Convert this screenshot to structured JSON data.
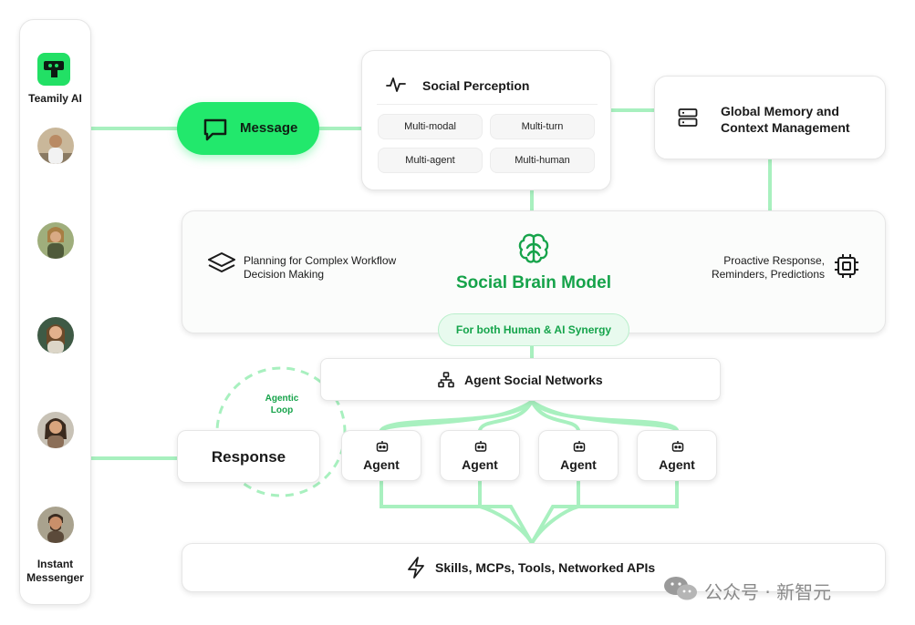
{
  "brand": {
    "name": "Teamily AI",
    "logo_color": "#22e065"
  },
  "sidebar": {
    "footer_label": "Instant Messenger",
    "avatars": [
      "avatar-1",
      "avatar-2",
      "avatar-3",
      "avatar-4",
      "avatar-5"
    ]
  },
  "message": {
    "label": "Message",
    "icon": "chat-bubble-icon"
  },
  "perception": {
    "title": "Social Perception",
    "icon": "pulse-icon",
    "chips": [
      "Multi-modal",
      "Multi-turn",
      "Multi-agent",
      "Multi-human"
    ]
  },
  "memory": {
    "line1": "Global Memory and",
    "line2": "Context Management",
    "icon": "server-icon"
  },
  "brain": {
    "title": "Social Brain Model",
    "icon": "brain-icon",
    "left_line1": "Planning for Complex Workflow",
    "left_line2": "Decision Making",
    "right_line1": "Proactive Response,",
    "right_line2": "Reminders, Predictions",
    "synergy": "For both Human & AI Synergy"
  },
  "networks": {
    "label": "Agent Social Networks",
    "icon": "network-icon"
  },
  "agentic_loop": {
    "line1": "Agentic",
    "line2": "Loop"
  },
  "response": {
    "label": "Response"
  },
  "agents": [
    {
      "label": "Agent"
    },
    {
      "label": "Agent"
    },
    {
      "label": "Agent"
    },
    {
      "label": "Agent"
    }
  ],
  "skills": {
    "label": "Skills, MCPs, Tools, Networked APIs",
    "icon": "lightning-icon"
  },
  "watermark": "公众号 · 新智元",
  "colors": {
    "accent": "#22e86c",
    "accent_dark": "#16a34a",
    "line": "#a8f0bf"
  }
}
